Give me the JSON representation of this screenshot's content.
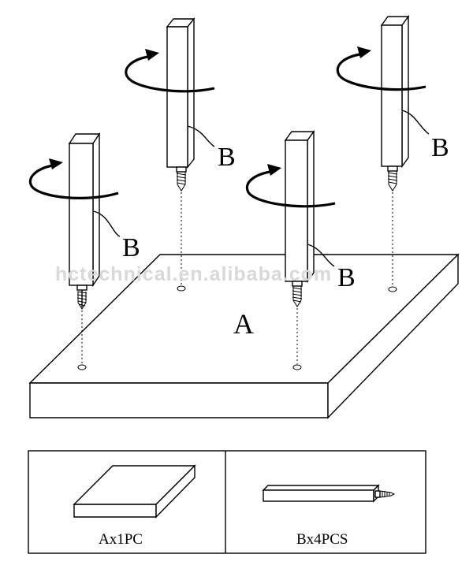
{
  "diagram": {
    "board_label": "A",
    "leg_label": "B",
    "watermark": "hctechnical.en.alibaba.com"
  },
  "parts_list": {
    "board_caption": "Ax1PC",
    "leg_caption": "Bx4PCS"
  }
}
